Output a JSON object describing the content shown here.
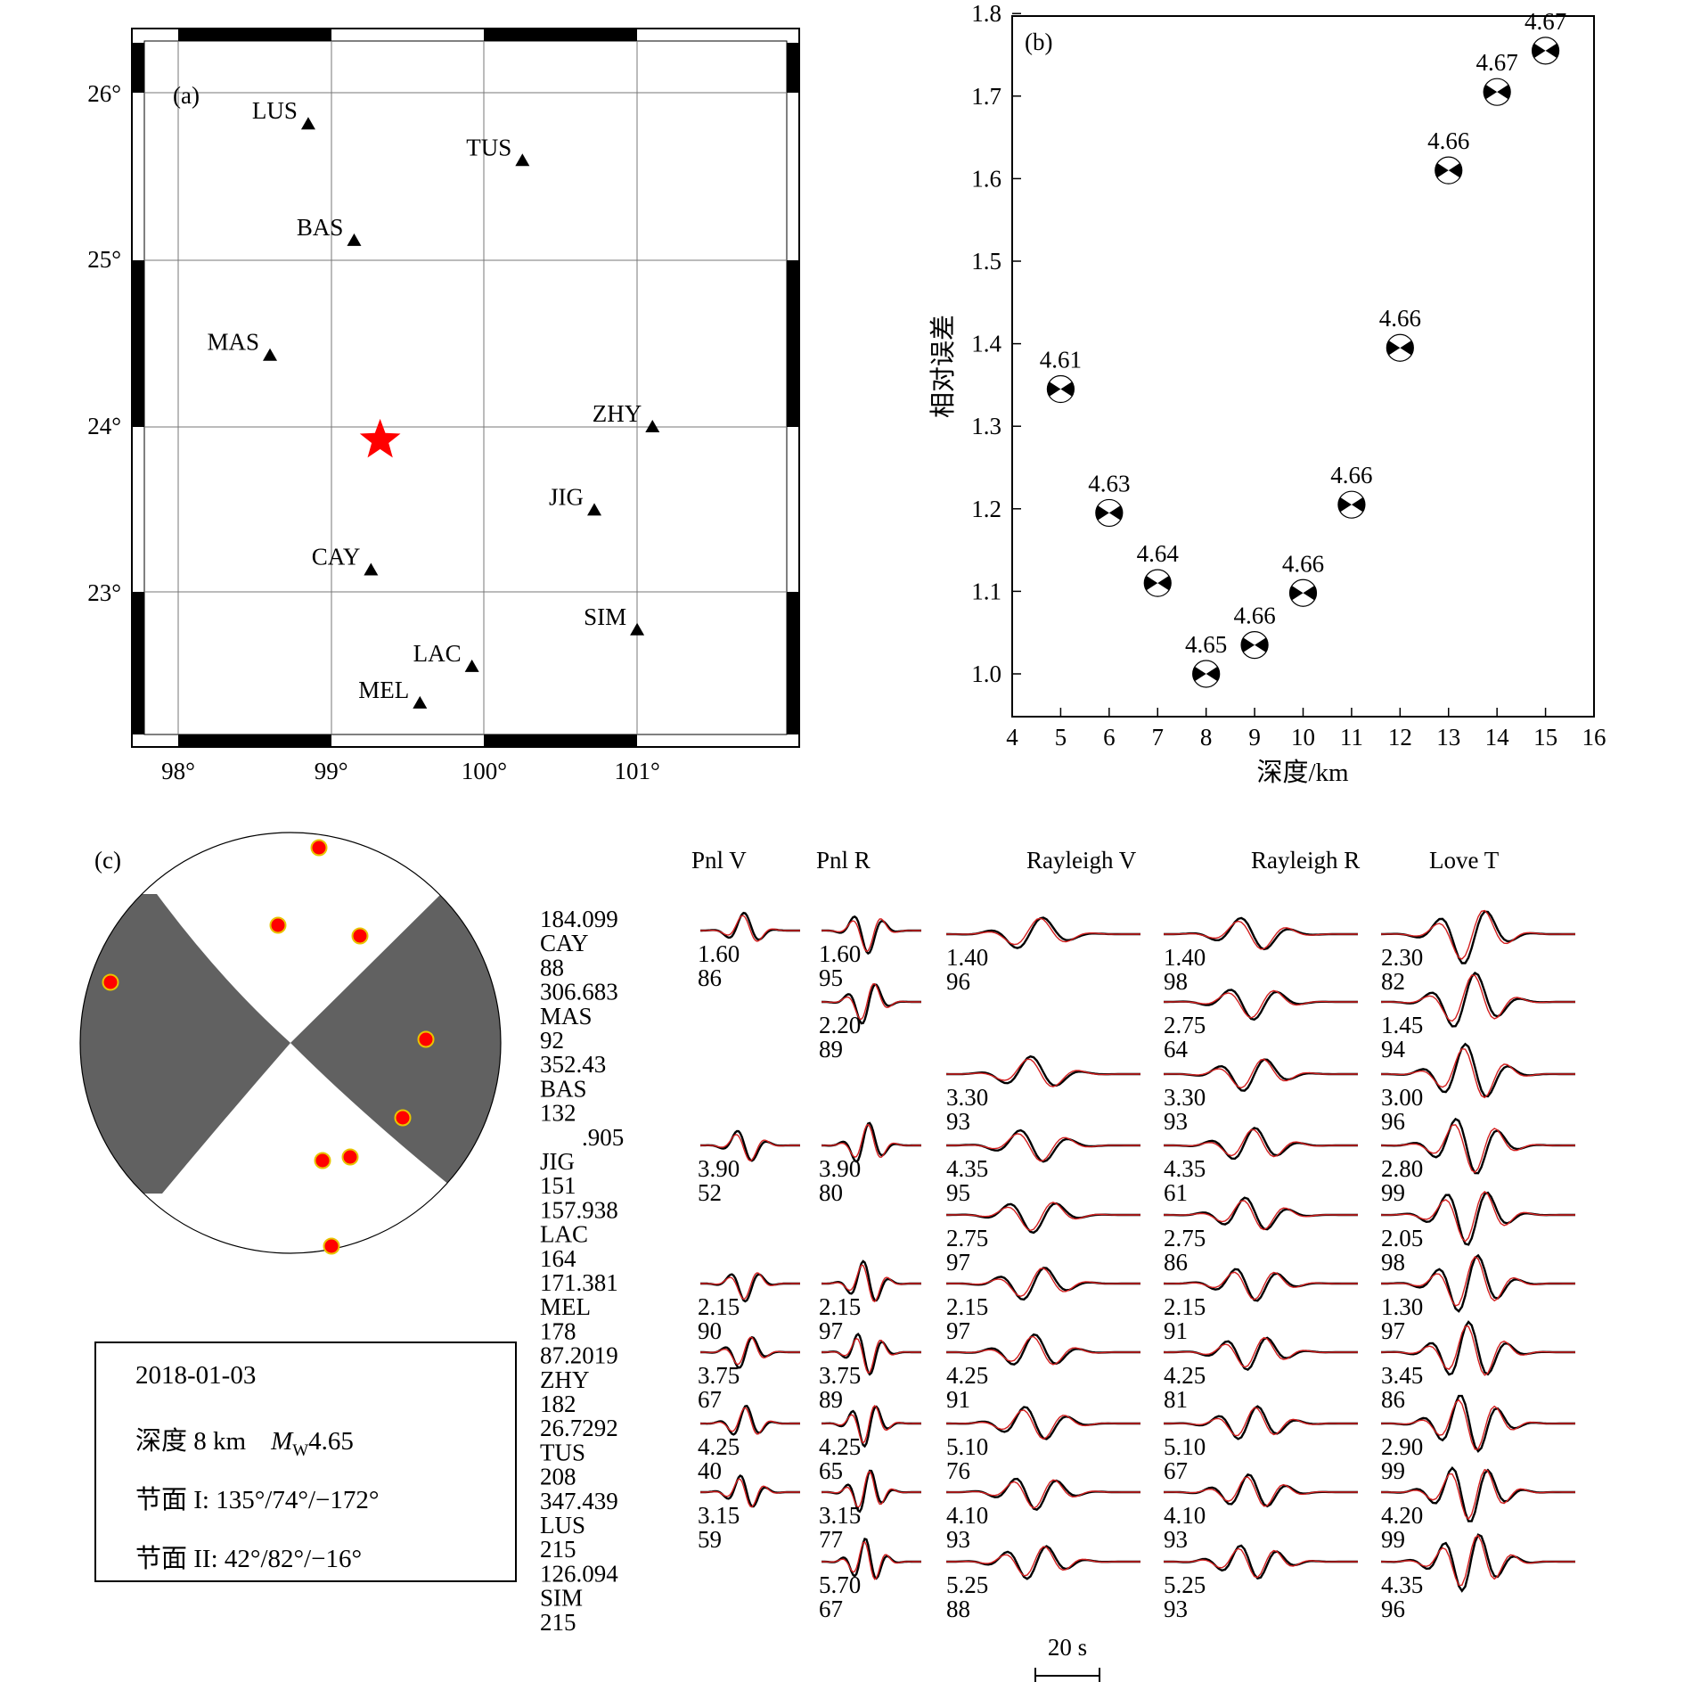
{
  "panel_a": {
    "label": "(a)",
    "lon_ticks": [
      "98°",
      "99°",
      "100°",
      "101°"
    ],
    "lat_ticks": [
      "26°",
      "25°",
      "24°",
      "23°"
    ],
    "stations": [
      {
        "name": "LUS",
        "lon": 98.85,
        "lat": 25.82
      },
      {
        "name": "TUS",
        "lon": 100.25,
        "lat": 25.6
      },
      {
        "name": "BAS",
        "lon": 99.15,
        "lat": 25.12
      },
      {
        "name": "MAS",
        "lon": 98.6,
        "lat": 24.43
      },
      {
        "name": "ZHY",
        "lon": 101.1,
        "lat": 24.0
      },
      {
        "name": "JIG",
        "lon": 100.72,
        "lat": 23.5
      },
      {
        "name": "CAY",
        "lon": 99.26,
        "lat": 23.14
      },
      {
        "name": "SIM",
        "lon": 101.0,
        "lat": 22.78
      },
      {
        "name": "LAC",
        "lon": 99.92,
        "lat": 22.56
      },
      {
        "name": "MEL",
        "lon": 99.58,
        "lat": 22.34
      }
    ],
    "epicenter": {
      "lon": 99.32,
      "lat": 23.92,
      "color": "#ff0000"
    }
  },
  "chart_data": [
    {
      "type": "scatter",
      "title": "(b)",
      "xlabel": "深度/km",
      "ylabel": "相对误差",
      "xlim": [
        4,
        16
      ],
      "ylim": [
        0.95,
        1.8
      ],
      "x_ticks": [
        "4",
        "5",
        "6",
        "7",
        "8",
        "9",
        "10",
        "11",
        "12",
        "13",
        "14",
        "15",
        "16"
      ],
      "y_ticks": [
        "1.0",
        "1.1",
        "1.2",
        "1.3",
        "1.4",
        "1.5",
        "1.6",
        "1.7",
        "1.8"
      ],
      "x": [
        5,
        6,
        7,
        8,
        9,
        10,
        11,
        12,
        13,
        14,
        15
      ],
      "y": [
        1.345,
        1.195,
        1.11,
        1.0,
        1.035,
        1.098,
        1.205,
        1.395,
        1.61,
        1.705,
        1.755
      ],
      "labels": [
        "4.61",
        "4.63",
        "4.64",
        "4.65",
        "4.66",
        "4.66",
        "4.66",
        "4.66",
        "4.66",
        "4.67",
        "4.67"
      ]
    }
  ],
  "panel_c": {
    "label": "(c)",
    "station_lines": [
      "184.099",
      "CAY",
      "88",
      "306.683",
      "MAS",
      "92",
      "352.43",
      "BAS",
      "132",
      ".905",
      "JIG",
      "151",
      "157.938",
      "LAC",
      "164",
      "171.381",
      "MEL",
      "178",
      "87.2019",
      "ZHY",
      "182",
      "26.7292",
      "TUS",
      "208",
      "347.439",
      "LUS",
      "215",
      "126.094",
      "SIM",
      "215"
    ],
    "polarity_color": "#ff0000",
    "column_headers": [
      "Pnl V",
      "Pnl R",
      "Rayleigh V",
      "Rayleigh R",
      "Love T"
    ],
    "pnl_v": [
      {
        "shift": "1.60",
        "cc": "86"
      },
      {
        "shift": "3.90",
        "cc": "52"
      },
      {
        "shift": "2.15",
        "cc": "90"
      },
      {
        "shift": "3.75",
        "cc": "67"
      },
      {
        "shift": "4.25",
        "cc": "40"
      },
      {
        "shift": "3.15",
        "cc": "59"
      }
    ],
    "pnl_r": [
      {
        "shift": "1.60",
        "cc": "95"
      },
      {
        "shift": "2.20",
        "cc": "89"
      },
      {
        "shift": "3.90",
        "cc": "80"
      },
      {
        "shift": "2.15",
        "cc": "97"
      },
      {
        "shift": "3.75",
        "cc": "89"
      },
      {
        "shift": "4.25",
        "cc": "65"
      },
      {
        "shift": "3.15",
        "cc": "77"
      },
      {
        "shift": "5.70",
        "cc": "67"
      }
    ],
    "rayleigh_v": [
      {
        "shift": "1.40",
        "cc": "96"
      },
      {
        "shift": "3.30",
        "cc": "93"
      },
      {
        "shift": "4.35",
        "cc": "95"
      },
      {
        "shift": "2.75",
        "cc": "97"
      },
      {
        "shift": "2.15",
        "cc": "97"
      },
      {
        "shift": "4.25",
        "cc": "91"
      },
      {
        "shift": "5.10",
        "cc": "76"
      },
      {
        "shift": "4.10",
        "cc": "93"
      },
      {
        "shift": "5.25",
        "cc": "88"
      }
    ],
    "rayleigh_r": [
      {
        "shift": "1.40",
        "cc": "98"
      },
      {
        "shift": "2.75",
        "cc": "64"
      },
      {
        "shift": "3.30",
        "cc": "93"
      },
      {
        "shift": "4.35",
        "cc": "61"
      },
      {
        "shift": "2.75",
        "cc": "86"
      },
      {
        "shift": "2.15",
        "cc": "91"
      },
      {
        "shift": "4.25",
        "cc": "81"
      },
      {
        "shift": "5.10",
        "cc": "67"
      },
      {
        "shift": "4.10",
        "cc": "93"
      },
      {
        "shift": "5.25",
        "cc": "93"
      }
    ],
    "love_t": [
      {
        "shift": "2.30",
        "cc": "82"
      },
      {
        "shift": "1.45",
        "cc": "94"
      },
      {
        "shift": "3.00",
        "cc": "96"
      },
      {
        "shift": "2.80",
        "cc": "99"
      },
      {
        "shift": "2.05",
        "cc": "98"
      },
      {
        "shift": "1.30",
        "cc": "97"
      },
      {
        "shift": "3.45",
        "cc": "86"
      },
      {
        "shift": "2.90",
        "cc": "99"
      },
      {
        "shift": "4.20",
        "cc": "99"
      },
      {
        "shift": "4.35",
        "cc": "96"
      }
    ],
    "scale_bar_label": "20 s",
    "info": {
      "date": "2018-01-03",
      "depth": "深度 8 km",
      "magnitude_prefix": "M",
      "magnitude_sub": "W",
      "magnitude_value": "4.65",
      "plane1": "节面 I: 135°/74°/−172°",
      "plane2": "节面 II: 42°/82°/−16°"
    },
    "observed_color": "#000000",
    "synthetic_color": "#d42020"
  }
}
